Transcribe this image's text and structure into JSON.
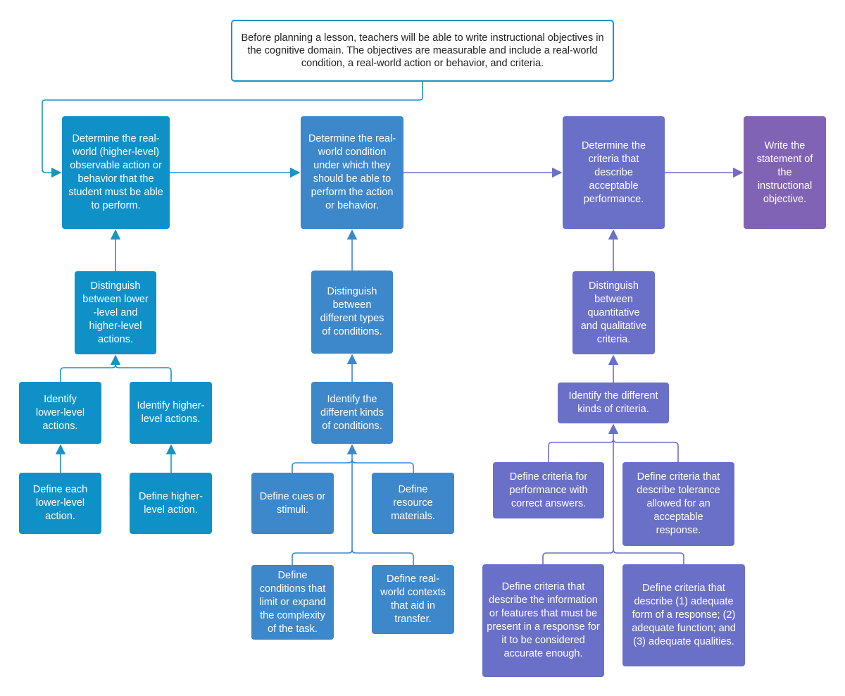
{
  "goal": {
    "text": "Before planning a lesson, teachers will be able to write instructional objectives in the cognitive domain. The objectives are measurable and include a real-world condition, a real-world action or behavior, and criteria."
  },
  "steps": {
    "action": "Determine the real-world (higher-level) observable action or behavior that the student must be able to perform.",
    "condition": "Determine the real-world condition under which they should be able to perform the action or behavior.",
    "criteria": "Determine the criteria that describe acceptable performance.",
    "statement": "Write the statement of the instructional objective."
  },
  "action_branch": {
    "distinguish": "Distinguish between lower -level and higher-level actions.",
    "identify_lower": "Identify lower-level actions.",
    "identify_higher": "Identify higher-level actions.",
    "define_lower": "Define each lower-level action.",
    "define_higher": "Define higher-level action."
  },
  "condition_branch": {
    "distinguish": "Distinguish between different types of conditions.",
    "identify": "Identify the different kinds of conditions.",
    "cues": "Define cues or stimuli.",
    "resources": "Define resource materials.",
    "complexity": "Define conditions that limit or expand the complexity of the task.",
    "contexts": "Define real-world contexts that aid in transfer."
  },
  "criteria_branch": {
    "distinguish": "Distinguish between quantitative and qualitative criteria.",
    "identify": "Identify the different kinds of criteria.",
    "correct": "Define criteria for performance with correct answers.",
    "tolerance": "Define criteria that describe tolerance allowed for an acceptable response.",
    "information": "Define criteria that describe the information or features that must be present in a response for it to be considered accurate enough.",
    "adequate": "Define criteria that describe (1) adequate form of a response; (2) adequate function; and (3) adequate qualities."
  },
  "colors": {
    "blue": "#0f91c8",
    "mid_blue": "#3d87cb",
    "indigo": "#6a70c8",
    "purple": "#8163b6",
    "goal_border": "#1a93c7"
  }
}
